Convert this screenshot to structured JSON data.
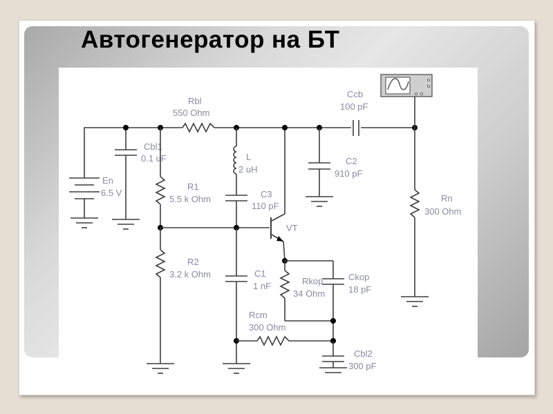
{
  "slide": {
    "title": "Автогенератор на БТ"
  },
  "schematic": {
    "components": {
      "Rbl": {
        "name": "Rbl",
        "value": "550  Ohm"
      },
      "Cbl1": {
        "name": "Cbl1",
        "value": "0.1 uF"
      },
      "En": {
        "name": "En",
        "value": "6.5 V"
      },
      "R1": {
        "name": "R1",
        "value": "5.5 k Ohm"
      },
      "L": {
        "name": "L",
        "value": "2 uH"
      },
      "C3": {
        "name": "C3",
        "value": "110 pF"
      },
      "Ccb": {
        "name": "Ccb",
        "value": "100 pF"
      },
      "C2": {
        "name": "C2",
        "value": "910 pF"
      },
      "Rn": {
        "name": "Rn",
        "value": "300  Ohm"
      },
      "VT": {
        "name": "VT"
      },
      "R2": {
        "name": "R2",
        "value": "3.2 k Ohm"
      },
      "C1": {
        "name": "C1",
        "value": "1 nF"
      },
      "Rkop": {
        "name": "Rkop",
        "value": "34  Ohm"
      },
      "Ckop": {
        "name": "Ckop",
        "value": "18 pF"
      },
      "Rcm": {
        "name": "Rcm",
        "value": "300  Ohm"
      },
      "Cbl2": {
        "name": "Cbl2",
        "value": "300 pF"
      }
    },
    "instrument": {
      "name": "oscilloscope"
    }
  }
}
